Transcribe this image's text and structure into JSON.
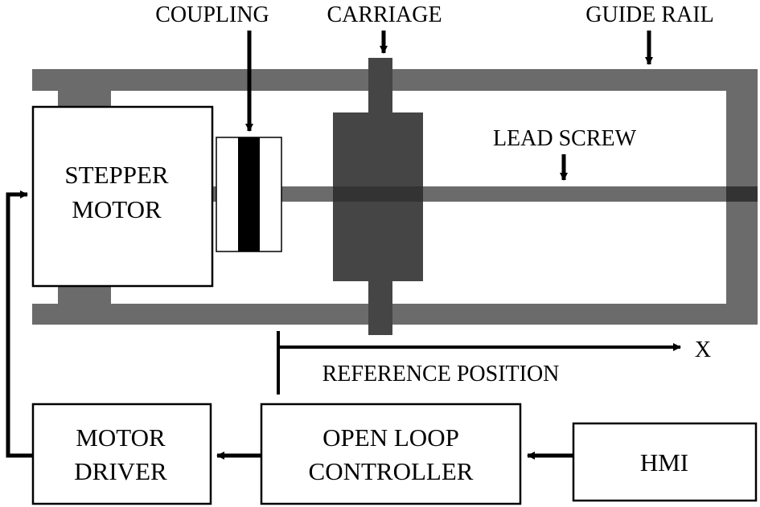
{
  "labels": {
    "coupling": "COUPLING",
    "carriage": "CARRIAGE",
    "guide_rail": "GUIDE RAIL",
    "lead_screw": "LEAD SCREW",
    "stepper_motor_line1": "STEPPER",
    "stepper_motor_line2": "MOTOR",
    "x_axis": "X",
    "reference_position": "REFERENCE POSITION",
    "motor_driver_line1": "MOTOR",
    "motor_driver_line2": "DRIVER",
    "controller_line1": "OPEN LOOP",
    "controller_line2": "CONTROLLER",
    "hmi": "HMI"
  },
  "colors": {
    "rail": "#6b6b6b",
    "carriage": "#454545",
    "carriage_dark": "#333333",
    "coupling_core": "#000000",
    "outline": "#000000",
    "background": "#ffffff"
  }
}
